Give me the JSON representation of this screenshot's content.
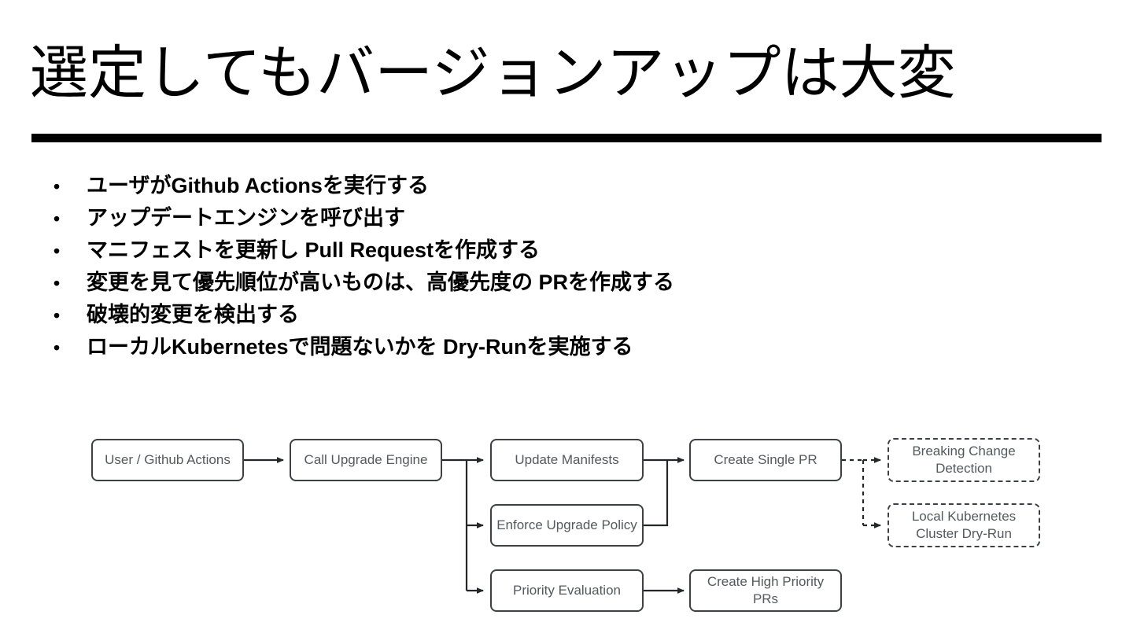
{
  "theme": {
    "accent_light_green": "#7DB53C",
    "accent_dark_green": "#2E8544",
    "rule_color": "#000000",
    "node_border": "#3D4144",
    "node_text": "#55595C",
    "page_background": "#FFFFFF"
  },
  "slide": {
    "title": "選定してもバージョンアップは大変",
    "bullet_marker": "•",
    "bullets": [
      "ユーザがGithub Actionsを実行する",
      "アップデートエンジンを呼び出す",
      "マニフェストを更新し Pull Requestを作成する",
      "変更を見て優先順位が高いものは、高優先度の  PRを作成する",
      "破壊的変更を検出する",
      "ローカルKubernetesで問題ないかを Dry-Runを実施する"
    ]
  },
  "diagram": {
    "type": "flowchart",
    "nodes": [
      {
        "id": "user",
        "label": "User / Github Actions",
        "style": "solid"
      },
      {
        "id": "engine",
        "label": "Call Upgrade Engine",
        "style": "solid"
      },
      {
        "id": "manifests",
        "label": "Update Manifests",
        "style": "solid"
      },
      {
        "id": "policy",
        "label": "Enforce Upgrade Policy",
        "style": "solid"
      },
      {
        "id": "priority",
        "label": "Priority Evaluation",
        "style": "solid"
      },
      {
        "id": "singlepr",
        "label": "Create Single PR",
        "style": "solid"
      },
      {
        "id": "highpr",
        "label": "Create High Priority PRs",
        "style": "solid"
      },
      {
        "id": "breaking",
        "label": "Breaking Change Detection",
        "style": "dashed"
      },
      {
        "id": "dryrun",
        "label": "Local Kubernetes Cluster Dry-Run",
        "style": "dashed"
      }
    ],
    "edges": [
      {
        "from": "user",
        "to": "engine",
        "style": "solid"
      },
      {
        "from": "engine",
        "to": "manifests",
        "style": "solid"
      },
      {
        "from": "engine",
        "to": "policy",
        "style": "solid"
      },
      {
        "from": "engine",
        "to": "priority",
        "style": "solid"
      },
      {
        "from": "manifests",
        "to": "singlepr",
        "style": "solid"
      },
      {
        "from": "policy",
        "to": "singlepr",
        "style": "solid"
      },
      {
        "from": "priority",
        "to": "highpr",
        "style": "solid"
      },
      {
        "from": "singlepr",
        "to": "breaking",
        "style": "dashed"
      },
      {
        "from": "singlepr",
        "to": "dryrun",
        "style": "dashed"
      }
    ]
  }
}
